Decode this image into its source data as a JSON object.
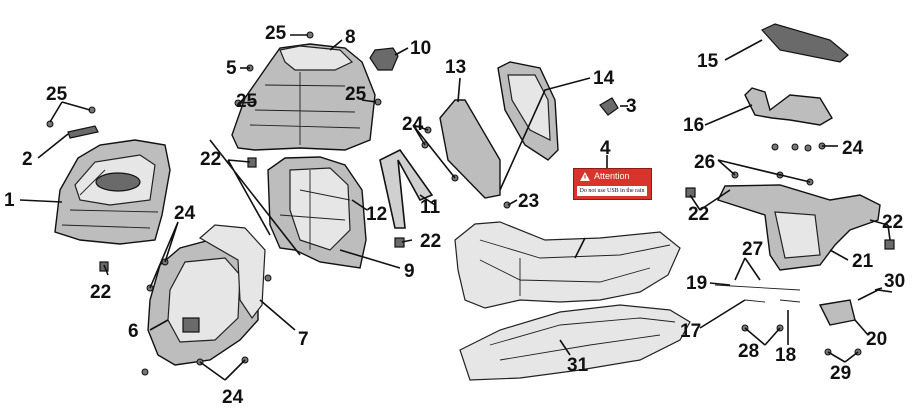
{
  "diagram": {
    "callouts": [
      {
        "id": "c1",
        "text": "1"
      },
      {
        "id": "c2",
        "text": "2"
      },
      {
        "id": "c3",
        "text": "3"
      },
      {
        "id": "c4",
        "text": "4"
      },
      {
        "id": "c5",
        "text": "5"
      },
      {
        "id": "c6",
        "text": "6"
      },
      {
        "id": "c7",
        "text": "7"
      },
      {
        "id": "c8",
        "text": "8"
      },
      {
        "id": "c9",
        "text": "9"
      },
      {
        "id": "c10",
        "text": "10"
      },
      {
        "id": "c11",
        "text": "11"
      },
      {
        "id": "c12",
        "text": "12"
      },
      {
        "id": "c13",
        "text": "13"
      },
      {
        "id": "c14",
        "text": "14"
      },
      {
        "id": "c15",
        "text": "15"
      },
      {
        "id": "c16",
        "text": "16"
      },
      {
        "id": "c17",
        "text": "17"
      },
      {
        "id": "c18",
        "text": "18"
      },
      {
        "id": "c19",
        "text": "19"
      },
      {
        "id": "c20",
        "text": "20"
      },
      {
        "id": "c21",
        "text": "21"
      },
      {
        "id": "c22a",
        "text": "22"
      },
      {
        "id": "c22b",
        "text": "22"
      },
      {
        "id": "c22c",
        "text": "22"
      },
      {
        "id": "c22d",
        "text": "22"
      },
      {
        "id": "c22e",
        "text": "22"
      },
      {
        "id": "c23",
        "text": "23"
      },
      {
        "id": "c24a",
        "text": "24"
      },
      {
        "id": "c24b",
        "text": "24"
      },
      {
        "id": "c24c",
        "text": "24"
      },
      {
        "id": "c24d",
        "text": "24"
      },
      {
        "id": "c25a",
        "text": "25"
      },
      {
        "id": "c25b",
        "text": "25"
      },
      {
        "id": "c25c",
        "text": "25"
      },
      {
        "id": "c25d",
        "text": "25"
      },
      {
        "id": "c26",
        "text": "26"
      },
      {
        "id": "c27",
        "text": "27"
      },
      {
        "id": "c28",
        "text": "28"
      },
      {
        "id": "c29",
        "text": "29"
      },
      {
        "id": "c30",
        "text": "30"
      },
      {
        "id": "c31",
        "text": "31"
      }
    ],
    "warning_label": {
      "heading": "Attention",
      "text": "Do not use USB in the rain"
    }
  }
}
